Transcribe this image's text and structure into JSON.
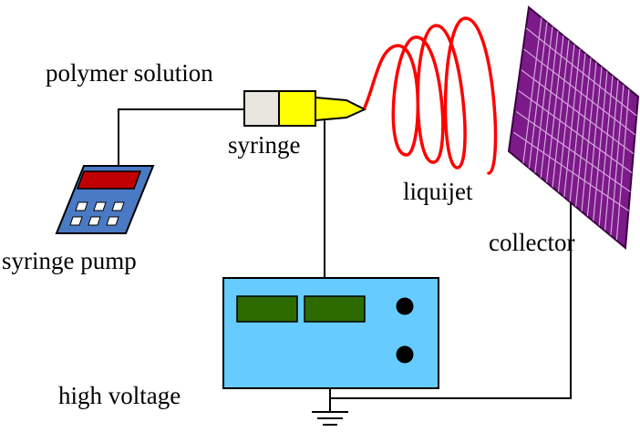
{
  "diagram": {
    "labels": {
      "polymer_solution": "polymer solution",
      "syringe": "syringe",
      "liquijet": "liquijet",
      "collector": "collector",
      "syringe_pump": "syringe pump",
      "high_voltage": "high voltage"
    },
    "components": {
      "syringe_pump_icon": "syringe-pump-icon",
      "syringe_icon": "syringe-icon",
      "jet_icon": "liquid-jet-spiral-icon",
      "collector_icon": "collector-plate-icon",
      "power_supply_icon": "high-voltage-supply-icon",
      "ground_icon": "ground-icon"
    },
    "colors": {
      "pump_body": "#4a7ac4",
      "pump_display": "#c00000",
      "syringe_plunger": "#e8e6de",
      "syringe_barrel": "#ffff00",
      "jet": "#ff0000",
      "collector": "#7b1a88",
      "supply_body": "#66ccff",
      "supply_display": "#2d6a00",
      "wire": "#000000"
    }
  }
}
